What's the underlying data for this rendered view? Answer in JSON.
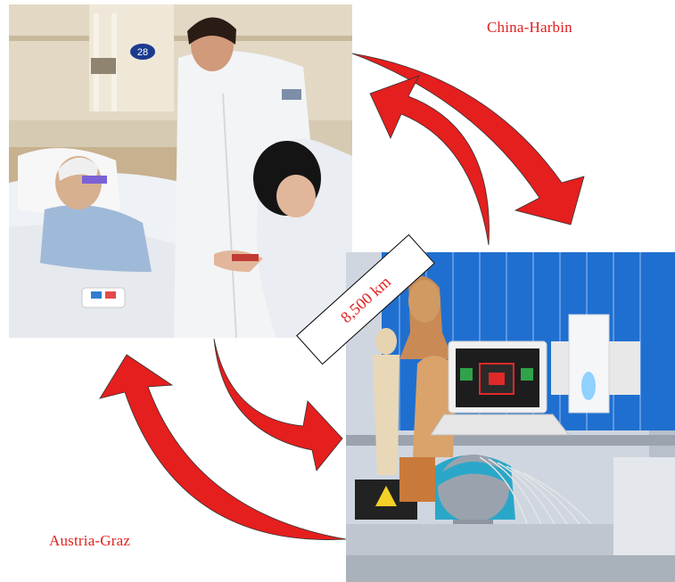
{
  "labels": {
    "harbin": "China-Harbin",
    "graz": "Austria-Graz",
    "distance": "8,500 km"
  },
  "photos": {
    "harbin": {
      "room_sign": "28",
      "scene": "hospital-patient-with-doctors",
      "colors": {
        "wall": "#d9cdb5",
        "bedding": "#eef1f5",
        "coat": "#f2f4f6",
        "blanket": "#9fb9d8",
        "hair": "#141414"
      }
    },
    "graz": {
      "scene": "lab-with-bci-equipment",
      "colors": {
        "blinds": "#1f6fd0",
        "laptop": "#f1f1f1",
        "screen": "#1d1d1d",
        "cap": "#2aa7c8",
        "mannequin": "#c97a3a"
      }
    }
  },
  "arrow_color": "#e51e1e",
  "text_color": "#e0201f"
}
